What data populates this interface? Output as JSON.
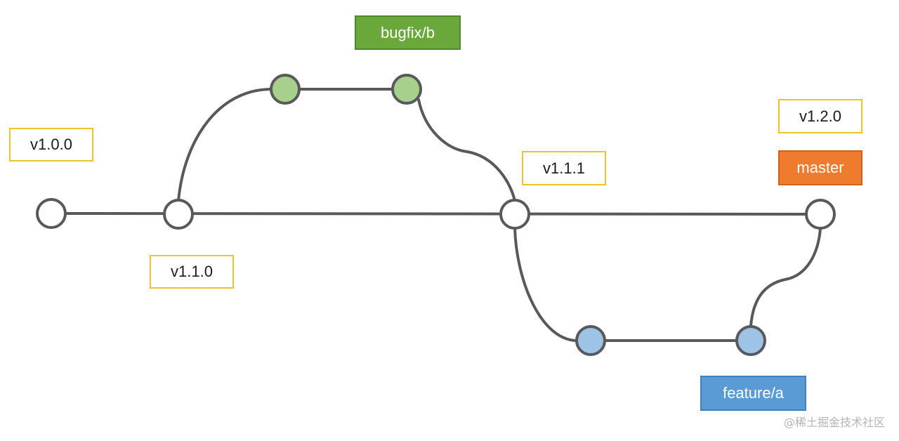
{
  "labels": {
    "v1_0_0": "v1.0.0",
    "v1_1_0": "v1.1.0",
    "v1_1_1": "v1.1.1",
    "v1_2_0": "v1.2.0",
    "bugfix": "bugfix/b",
    "master": "master",
    "feature": "feature/a"
  },
  "watermark": "@稀土掘金技术社区",
  "colors": {
    "line": "#595959",
    "main_commit_fill": "#ffffff",
    "bugfix_commit_fill": "#a8d08d",
    "feature_commit_fill": "#9dc3e6",
    "version_border": "#f2c12e",
    "bugfix_tag": "#6aa83c",
    "master_tag": "#ef7c2e",
    "feature_tag": "#5b9bd5"
  }
}
